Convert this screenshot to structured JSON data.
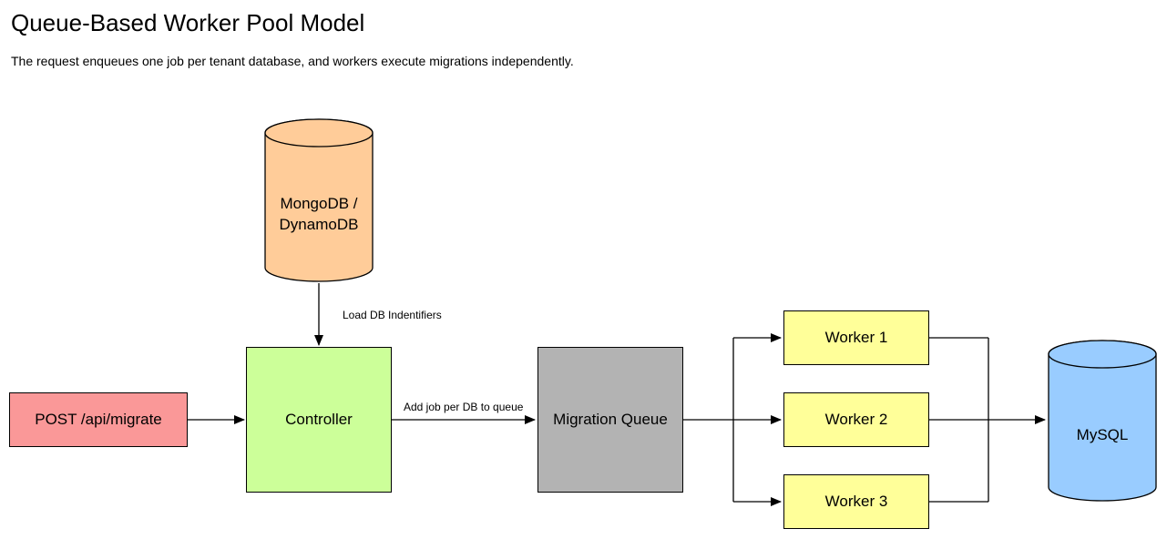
{
  "header": {
    "title": "Queue-Based Worker Pool Model",
    "subtitle": "The request enqueues one job per tenant database, and workers execute migrations independently."
  },
  "nodes": {
    "request": {
      "label": "POST /api/migrate",
      "fill": "#FA9898"
    },
    "controller": {
      "label": "Controller",
      "fill": "#CCFF99"
    },
    "queue": {
      "label": "Migration Queue",
      "fill": "#B3B3B3"
    },
    "worker1": {
      "label": "Worker 1",
      "fill": "#FFFF99"
    },
    "worker2": {
      "label": "Worker 2",
      "fill": "#FFFF99"
    },
    "worker3": {
      "label": "Worker 3",
      "fill": "#FFFF99"
    },
    "source_db": {
      "label": "MongoDB /\nDynamoDB",
      "fill": "#FFCC99",
      "shape": "cylinder"
    },
    "target_db": {
      "label": "MySQL",
      "fill": "#99CCFF",
      "shape": "cylinder"
    }
  },
  "edges": {
    "load_identifiers_label": "Load DB Indentifiers",
    "add_job_label": "Add job per DB to queue"
  },
  "colors": {
    "stroke": "#000000",
    "background": "#FFFFFF",
    "text": "#000000"
  }
}
